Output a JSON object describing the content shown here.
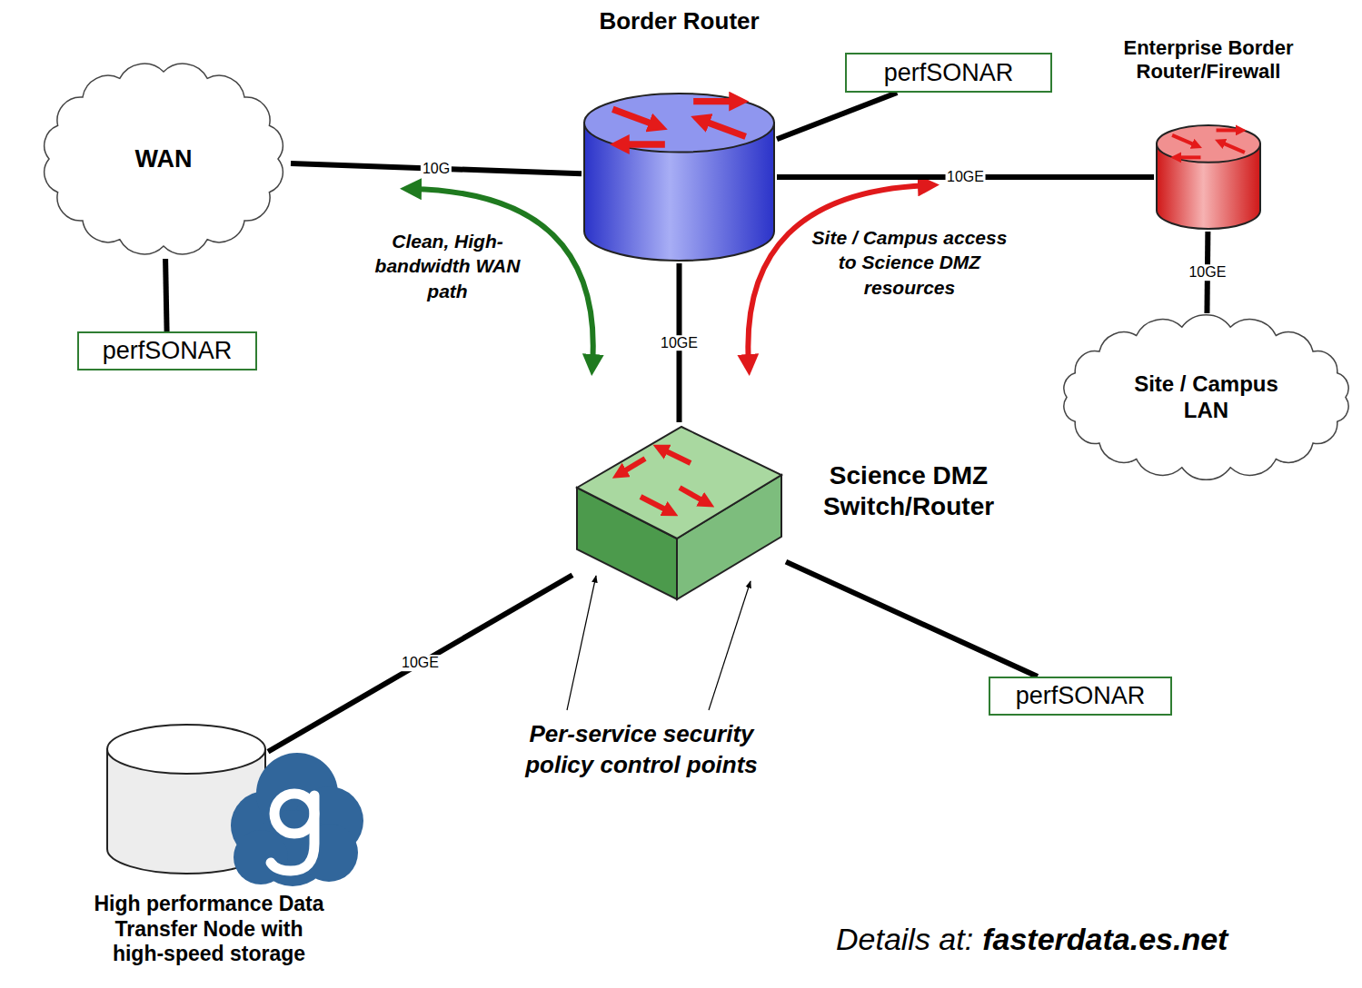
{
  "diagram": {
    "nodes": [
      {
        "text": [
          "Border Router"
        ]
      },
      {
        "text": [
          "perfSONAR"
        ]
      },
      {
        "text": [
          "WAN"
        ]
      },
      {
        "text": [
          "perfSONAR"
        ]
      },
      {
        "text": [
          "Enterprise Border Router/Firewall"
        ]
      },
      {
        "text": [
          "Site / Campus LAN"
        ]
      },
      {
        "text": [
          "Science DMZ Switch/Router"
        ]
      },
      {
        "text": [
          "perfSONAR"
        ]
      },
      {
        "text": [
          "High performance Data Transfer Node with high-speed storage"
        ]
      }
    ],
    "edges": [
      {
        "from": 2,
        "to": 0,
        "label": "10G",
        "arrow": "none"
      },
      {
        "from": 0,
        "to": 1,
        "arrow": "none"
      },
      {
        "from": 0,
        "to": 4,
        "label": "10GE",
        "arrow": "none"
      },
      {
        "from": 4,
        "to": 5,
        "label": "10GE",
        "arrow": "none"
      },
      {
        "from": 2,
        "to": 3,
        "arrow": "none"
      },
      {
        "from": 0,
        "to": 6,
        "label": "10GE",
        "arrow": "none"
      },
      {
        "from": 6,
        "to": 8,
        "label": "10GE",
        "arrow": "none"
      },
      {
        "from": 6,
        "to": 7,
        "arrow": "none"
      }
    ],
    "labels": [
      "Clean, High-bandwidth WAN path",
      "Site / Campus access to Science DMZ resources",
      "Per-service security policy control points",
      "Details at:",
      "fasterdata.es.net"
    ]
  }
}
